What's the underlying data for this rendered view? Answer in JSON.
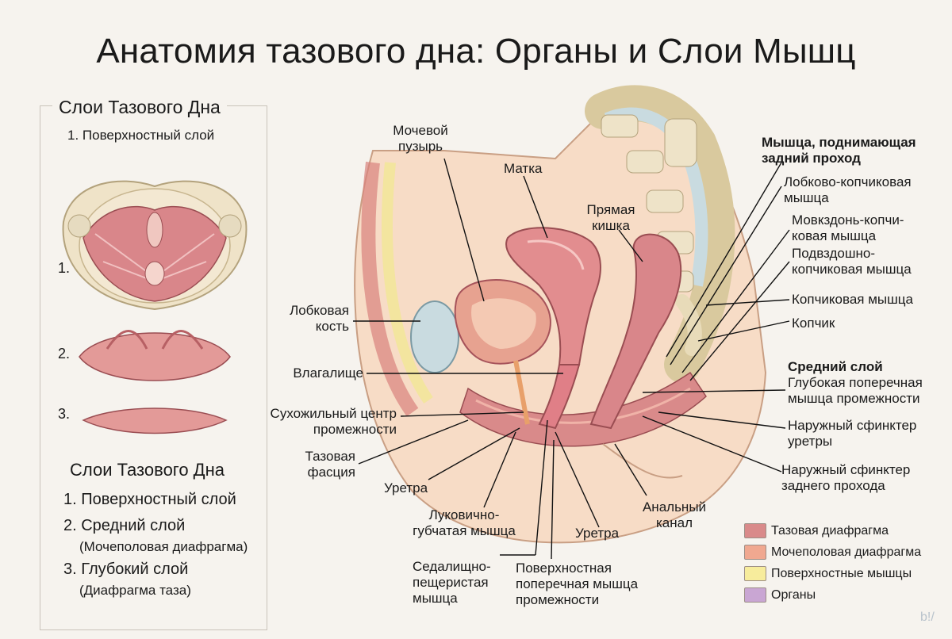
{
  "title": "Анатомия тазового дна: Органы и Слои Мышц",
  "left_panel": {
    "header": "Слои Тазового Дна",
    "top_caption": "1. Поверхностный слой",
    "markers": [
      "1.",
      "2.",
      "3."
    ],
    "list_title": "Слои Тазового Дна",
    "list": [
      {
        "main": "1. Поверхностный слой",
        "sub": ""
      },
      {
        "main": "2. Средний слой",
        "sub": "(Мочеполовая диафрагма)"
      },
      {
        "main": "3. Глубокий слой",
        "sub": "(Диафрагма таза)"
      }
    ]
  },
  "labels": {
    "bladder": "Мочевой\nпузырь",
    "uterus": "Матка",
    "rectum": "Прямая\nкишка",
    "pubic_bone": "Лобковая\nкость",
    "vagina": "Влагалище",
    "perineal_body": "Сухожильный центр\nпромежности",
    "pelvic_fascia": "Тазовая\nфасция",
    "urethra_left": "Уретра",
    "bulbospongiosus": "Луковично-\nгубчатая мышца",
    "ischiocavernosus": "Седалищно-\nпещеристая\nмышца",
    "superficial_transverse": "Поверхностная\nпоперечная мышца\nпромежности",
    "urethra_mid": "Уретра",
    "anal_canal": "Анальный\nканал",
    "levator_ani": "Мышца, поднимающая\nзадний проход",
    "pubococcygeus": "Лобково-копчиковая\nмышца",
    "movkzdon": "Мовкздонь-копчи-\nковая мышца",
    "iliococcygeus": "Подвздошно-\nкопчиковая мышца",
    "coccygeus": "Копчиковая мышца",
    "coccyx": "Копчик",
    "middle_layer": "Средний слой",
    "deep_transverse": "Глубокая поперечная\nмышца промежности",
    "ext_urethral_sphincter": "Наружный сфинктер\nуретры",
    "ext_anal_sphincter": "Наружный сфинктер\nзаднего прохода"
  },
  "legend": [
    {
      "label": "Тазовая диафрагма",
      "color": "#d98a8a"
    },
    {
      "label": "Мочеполовая диафрагма",
      "color": "#f0a890"
    },
    {
      "label": "Поверхностные мышцы",
      "color": "#f7ec9c"
    },
    {
      "label": "Органы",
      "color": "#c9a6d3"
    }
  ],
  "watermark": "b!/"
}
